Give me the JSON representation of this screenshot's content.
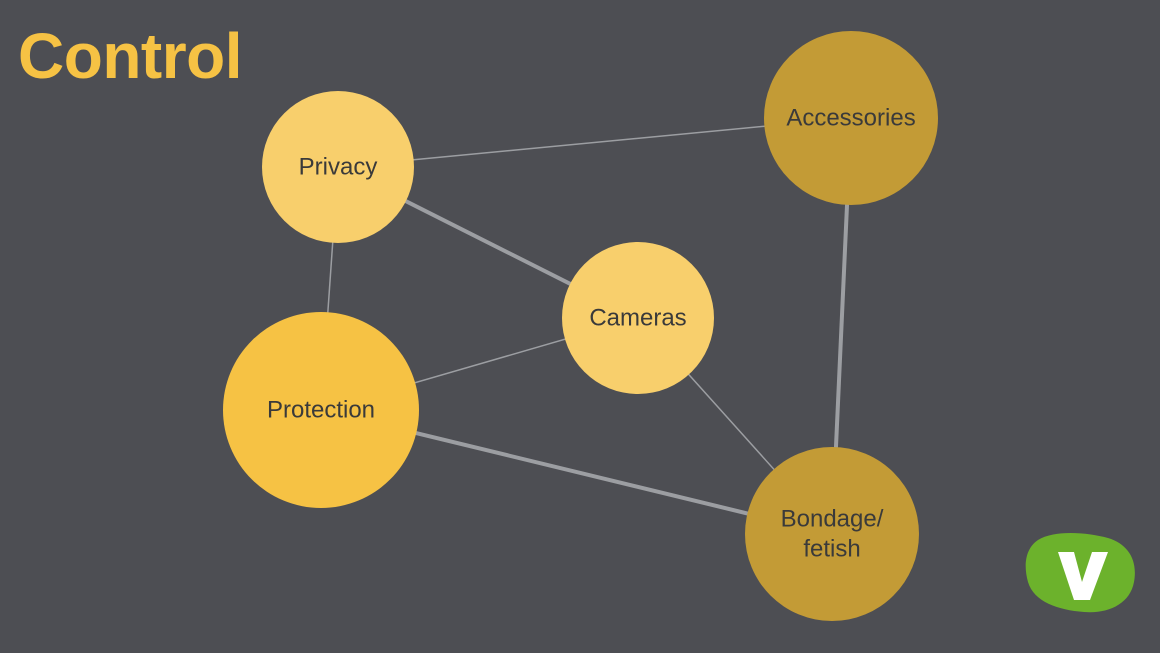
{
  "slide": {
    "title": "Control"
  },
  "diagram": {
    "nodes": [
      {
        "id": "privacy",
        "label": [
          "Privacy"
        ],
        "color": "#f8cf6c"
      },
      {
        "id": "accessories",
        "label": [
          "Accessories"
        ],
        "color": "#c39b36"
      },
      {
        "id": "cameras",
        "label": [
          "Cameras"
        ],
        "color": "#f8cf6c"
      },
      {
        "id": "protection",
        "label": [
          "Protection"
        ],
        "color": "#f6c244"
      },
      {
        "id": "bondage",
        "label": [
          "Bondage/",
          "fetish"
        ],
        "color": "#c39b36"
      }
    ],
    "edges": [
      {
        "from": "privacy",
        "to": "accessories",
        "weight": "light"
      },
      {
        "from": "privacy",
        "to": "cameras",
        "weight": "heavy"
      },
      {
        "from": "privacy",
        "to": "protection",
        "weight": "light"
      },
      {
        "from": "cameras",
        "to": "protection",
        "weight": "light"
      },
      {
        "from": "cameras",
        "to": "bondage",
        "weight": "light"
      },
      {
        "from": "protection",
        "to": "bondage",
        "weight": "heavy"
      },
      {
        "from": "accessories",
        "to": "bondage",
        "weight": "heavy"
      }
    ],
    "edge_color": "#9c9ea2"
  },
  "logo": {
    "icon": "v-logo-icon",
    "color": "#6cb22c"
  }
}
